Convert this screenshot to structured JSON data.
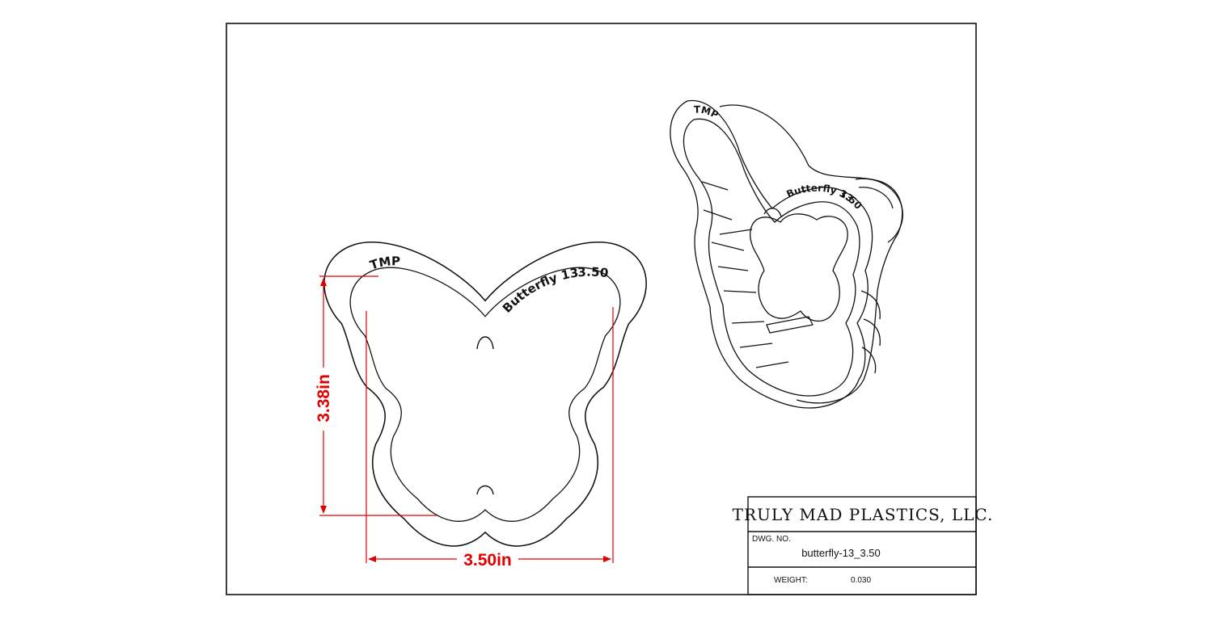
{
  "dimensions": {
    "height": "3.38in",
    "width": "3.50in"
  },
  "part_markings": {
    "brand": "TMP",
    "name": "Butterfly 13",
    "size": "3.50"
  },
  "title_block": {
    "company": "TRULY MAD PLASTICS, LLC.",
    "dwg_no_label": "DWG.  NO.",
    "dwg_no": "butterfly-13_3.50",
    "weight_label": "WEIGHT:",
    "weight": "0.030"
  },
  "colors": {
    "line": "#111111",
    "dimension": "#e00000",
    "background": "#ffffff"
  }
}
